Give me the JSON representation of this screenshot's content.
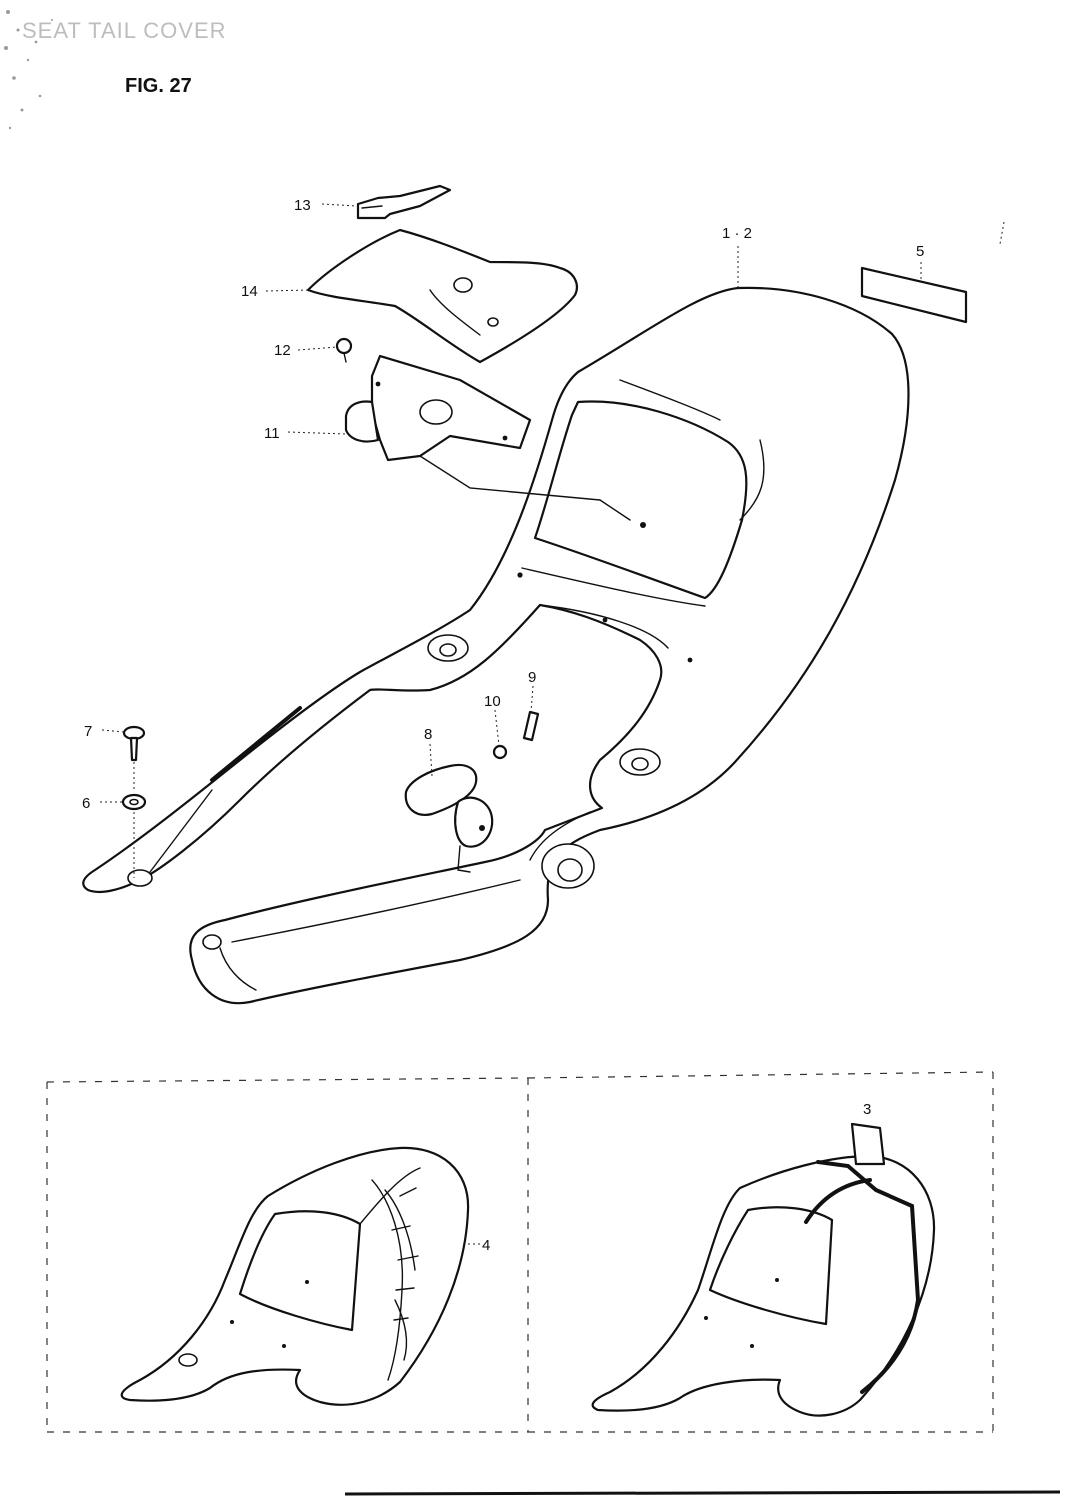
{
  "header_text": "SEAT TAIL COVER",
  "figure_label": "FIG. 27",
  "callouts": {
    "c1_2": "1 · 2",
    "c3": "3",
    "c4": "4",
    "c5": "5",
    "c6": "6",
    "c7": "7",
    "c8": "8",
    "c9": "9",
    "c10": "10",
    "c11": "11",
    "c12": "12",
    "c13": "13",
    "c14": "14"
  }
}
